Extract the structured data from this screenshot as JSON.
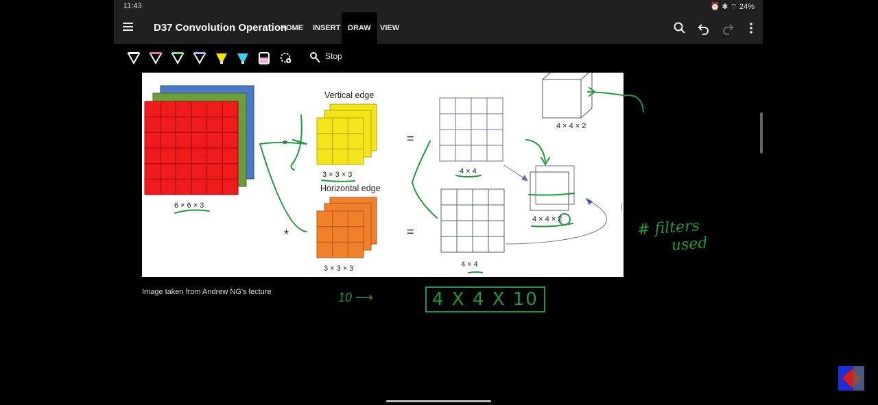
{
  "status_bar": {
    "time": "11:43",
    "battery": "24%"
  },
  "app_bar": {
    "title": "D37 Convolution Operation",
    "tabs": [
      {
        "label": "HOME"
      },
      {
        "label": "INSERT"
      },
      {
        "label": "DRAW",
        "active": true
      },
      {
        "label": "VIEW"
      }
    ],
    "icons": [
      "search-icon",
      "undo-icon",
      "redo-icon",
      "more-icon"
    ]
  },
  "draw_toolbar": {
    "pens": [
      {
        "name": "pen-white",
        "color": "#ffffff"
      },
      {
        "name": "pen-pink",
        "color": "#f06aa0"
      },
      {
        "name": "pen-green",
        "color": "#7ee07e"
      },
      {
        "name": "pen-blue",
        "color": "#9ab8ff"
      },
      {
        "name": "highlighter-yellow",
        "color": "#f4e400"
      },
      {
        "name": "highlighter-cyan",
        "color": "#37d2f0"
      },
      {
        "name": "highlighter-pink",
        "color": "#f5b0d0"
      }
    ],
    "stop_label": "Stop"
  },
  "slide": {
    "input_label": "6 × 6 × 3",
    "vertical_edge_label": "Vertical edge",
    "vertical_filter_label": "3 × 3 × 3",
    "horizontal_edge_label": "Horizontal edge",
    "horizontal_filter_label": "3 × 3 × 3",
    "conv_symbol": "*",
    "equals_symbol": "=",
    "output_top_label": "4 × 4",
    "output_bottom_label": "4 × 4",
    "stacked_label": "4 × 4 × 2",
    "cube_label": "4 × 4 × 2"
  },
  "annotations": {
    "filters_note_line1": "# filters",
    "filters_note_line2": "used",
    "count": "10",
    "result": "4 X 4 X 10",
    "ink_color": "#1e9a3a"
  },
  "credit": "Image taken from Andrew NG's lecture"
}
